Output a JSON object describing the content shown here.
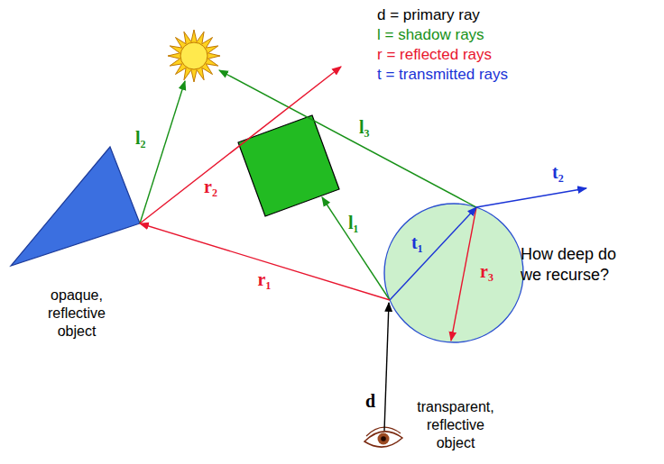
{
  "diagram": {
    "nodes": [
      {
        "text": [
          "opaque, reflective object"
        ]
      },
      {
        "text": [
          "transparent, reflective object"
        ]
      }
    ],
    "edges": [
      {
        "from": 1,
        "to": 0,
        "arrow": "to",
        "label": "r₁"
      }
    ],
    "labels": [
      "d",
      "l₁",
      "l₂",
      "l₃",
      "r₂",
      "r₃",
      "t₁",
      "t₂",
      "How deep do we recurse?"
    ],
    "legend": [
      {
        "text": "d = primary ray",
        "color": "#000000"
      },
      {
        "text": "l = shadow rays",
        "color": "#179117"
      },
      {
        "text": "r = reflected rays",
        "color": "#e8152e"
      },
      {
        "text": "t = transmitted rays",
        "color": "#1a33d6"
      }
    ]
  }
}
